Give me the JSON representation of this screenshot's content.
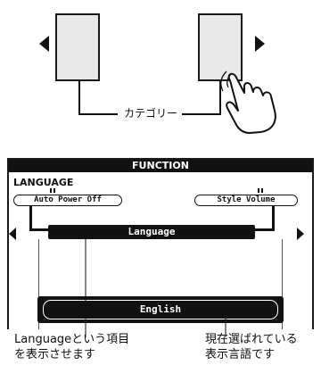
{
  "category_label": "カテゴリー",
  "lcd": {
    "header": "FUNCTION",
    "section": "LANGUAGE",
    "prev_item": "Auto Power Off",
    "next_item": "Style Volume",
    "current_item": "Language",
    "current_value": "English"
  },
  "captions": {
    "left_line1": "Languageという項目",
    "left_line2": "を表示させます",
    "right_line1": "現在選ばれている",
    "right_line2": "表示言語です"
  }
}
